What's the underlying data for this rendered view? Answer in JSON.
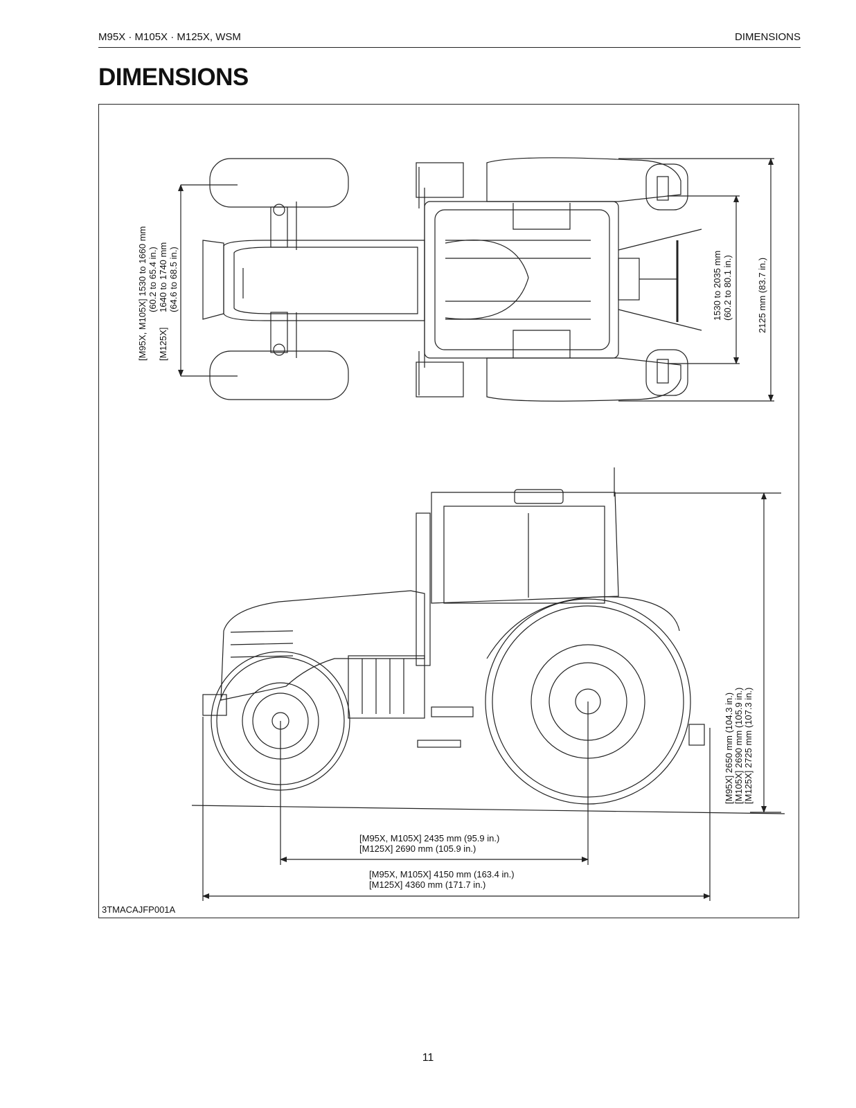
{
  "header": {
    "left": "M95X · M105X · M125X, WSM",
    "right": "DIMENSIONS"
  },
  "title": "DIMENSIONS",
  "figure": {
    "id": "3TMACAJFP001A",
    "top_view": {
      "front_tread": {
        "line1": "[M95X, M105X]  1530 to 1660 mm",
        "line2": "(60.2 to 65.4 in.)",
        "line3": "1640 to 1740 mm",
        "line4": "(64.6 to 68.5 in.)",
        "line5": "[M125X]"
      },
      "rear_tread": {
        "line1": "1530 to 2035 mm",
        "line2": "(60.2 to 80.1 in.)"
      },
      "overall_width": "2125 mm (83.7 in.)"
    },
    "side_view": {
      "height": {
        "line1": "[M95X]     2650 mm (104.3 in.)",
        "line2": "[M105X]   2690 mm (105.9 in.)",
        "line3": "[M125X]   2725 mm (107.3 in.)"
      },
      "wheelbase": {
        "line1": "[M95X, M105X]  2435 mm (95.9 in.)",
        "line2": "[M125X]            2690 mm (105.9 in.)"
      },
      "overall_length": {
        "line1": "[M95X, M105X]  4150 mm (163.4 in.)",
        "line2": "[M125X]            4360 mm (171.7 in.)"
      }
    }
  },
  "page_number": "11"
}
